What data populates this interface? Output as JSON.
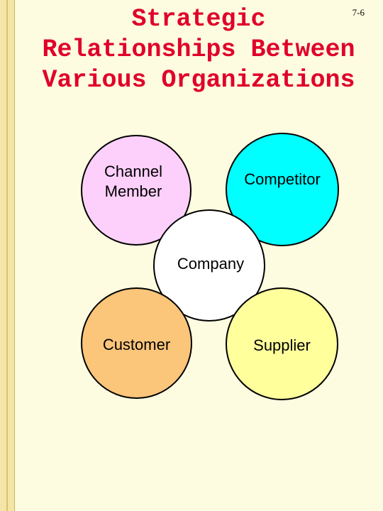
{
  "slide": {
    "number": "7-6",
    "title_lines": [
      "Strategic",
      "Relationships Between",
      "Various Organizations"
    ]
  },
  "diagram": {
    "nodes": [
      {
        "id": "channel-member",
        "label": "Channel\nMember",
        "color": "#fdd0fb"
      },
      {
        "id": "competitor",
        "label": "Competitor",
        "color": "#00ffff"
      },
      {
        "id": "company",
        "label": "Company",
        "color": "#ffffff"
      },
      {
        "id": "customer",
        "label": "Customer",
        "color": "#fbc57a"
      },
      {
        "id": "supplier",
        "label": "Supplier",
        "color": "#ffff9c"
      }
    ]
  },
  "colors": {
    "title": "#e0002a",
    "background": "#fdfbe0",
    "edge_bar": "#f3e6a6"
  }
}
